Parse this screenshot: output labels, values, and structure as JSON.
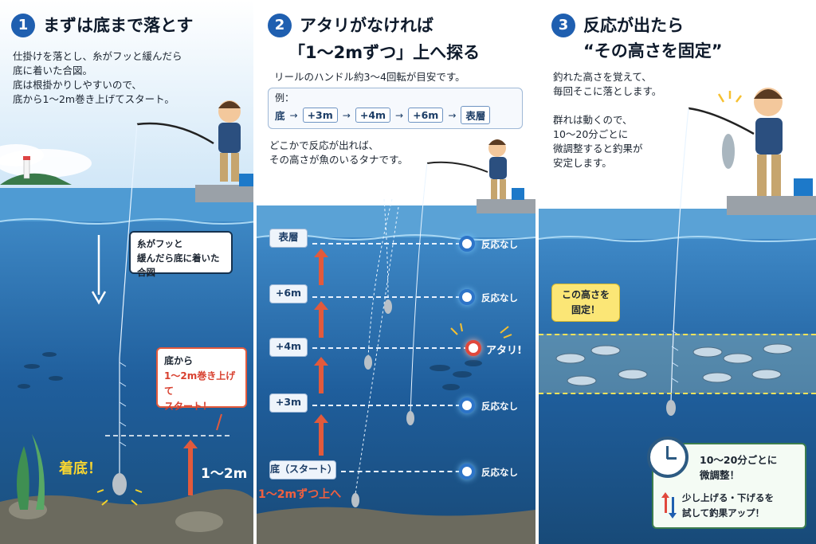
{
  "panel1": {
    "number": "1",
    "heading": "まずは底まで落とす",
    "body": [
      "仕掛けを落とし、糸がフッと緩んだら",
      "底に着いた合図。",
      "底は根掛かりしやすいので、",
      "底から1〜2m巻き上げてスタート。"
    ],
    "callout_line": [
      "糸がフッと",
      "緩んだら底に着いた合図"
    ],
    "callout_start": [
      "底から",
      "1〜2m巻き上げて",
      "スタート！"
    ],
    "touch_label": "着底！",
    "rise_label": "1〜2m"
  },
  "panel2": {
    "number": "2",
    "heading_line1": "アタリがなければ",
    "heading_line2": "「1〜2mずつ」上へ探る",
    "subtitle": "リールのハンドル約3〜4回転が目安です。",
    "example_label": "例：",
    "sequence": [
      "底",
      "+3m",
      "+4m",
      "+6m",
      "表層"
    ],
    "arrow_glyph": "→",
    "note": [
      "どこかで反応が出れば、",
      "その高さが魚のいるタナです。"
    ],
    "levels": [
      {
        "label": "表層",
        "result": "反応なし",
        "hit": false
      },
      {
        "label": "+6m",
        "result": "反応なし",
        "hit": false
      },
      {
        "label": "+4m",
        "result": "アタリ!",
        "hit": true
      },
      {
        "label": "+3m",
        "result": "反応なし",
        "hit": false
      },
      {
        "label": "底（スタート）",
        "result": "反応なし",
        "hit": false
      }
    ],
    "bottom_caption": "1〜2mずつ上へ"
  },
  "panel3": {
    "number": "3",
    "heading_line1": "反応が出たら",
    "heading_line2": "“その高さを固定”",
    "body1": [
      "釣れた高さを覚えて、",
      "毎回そこに落とします。"
    ],
    "body2": [
      "群れは動くので、",
      "10〜20分ごとに",
      "微調整すると釣果が",
      "安定します。"
    ],
    "fix_label": [
      "この高さを",
      "固定！"
    ],
    "tip_title": [
      "10〜20分ごとに",
      "微調整！"
    ],
    "tip_body": [
      "少し上げる・下げるを",
      "試して釣果アップ！"
    ]
  },
  "colors": {
    "accent_blue": "#1f5fb0",
    "alert_red": "#e0483c",
    "highlight_yellow": "#f2e25a",
    "water": "#1b5a98"
  }
}
